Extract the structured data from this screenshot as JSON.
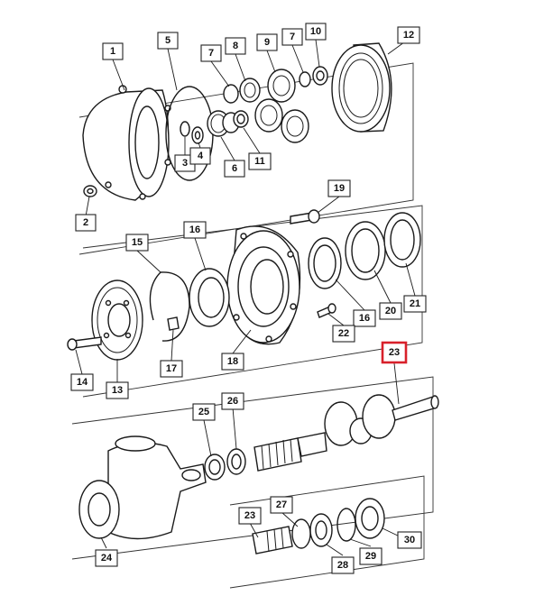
{
  "diagram": {
    "colors": {
      "line": "#1a1a1a",
      "highlight": "#d8202a",
      "background": "#ffffff"
    },
    "highlighted_callout": "23",
    "callouts": [
      {
        "id": "c1",
        "label": "1"
      },
      {
        "id": "c5",
        "label": "5"
      },
      {
        "id": "c7a",
        "label": "7"
      },
      {
        "id": "c8",
        "label": "8"
      },
      {
        "id": "c9",
        "label": "9"
      },
      {
        "id": "c7b",
        "label": "7"
      },
      {
        "id": "c10",
        "label": "10"
      },
      {
        "id": "c12",
        "label": "12"
      },
      {
        "id": "c3",
        "label": "3"
      },
      {
        "id": "c4",
        "label": "4"
      },
      {
        "id": "c6",
        "label": "6"
      },
      {
        "id": "c11",
        "label": "11"
      },
      {
        "id": "c2",
        "label": "2"
      },
      {
        "id": "c19",
        "label": "19"
      },
      {
        "id": "c15",
        "label": "15"
      },
      {
        "id": "c16a",
        "label": "16"
      },
      {
        "id": "c16b",
        "label": "16"
      },
      {
        "id": "c20",
        "label": "20"
      },
      {
        "id": "c21",
        "label": "21"
      },
      {
        "id": "c22",
        "label": "22"
      },
      {
        "id": "c17",
        "label": "17"
      },
      {
        "id": "c18",
        "label": "18"
      },
      {
        "id": "c14",
        "label": "14"
      },
      {
        "id": "c13",
        "label": "13"
      },
      {
        "id": "c23a",
        "label": "23"
      },
      {
        "id": "c25",
        "label": "25"
      },
      {
        "id": "c26",
        "label": "26"
      },
      {
        "id": "c24",
        "label": "24"
      },
      {
        "id": "c23b",
        "label": "23"
      },
      {
        "id": "c27",
        "label": "27"
      },
      {
        "id": "c28",
        "label": "28"
      },
      {
        "id": "c29",
        "label": "29"
      },
      {
        "id": "c30",
        "label": "30"
      }
    ]
  }
}
